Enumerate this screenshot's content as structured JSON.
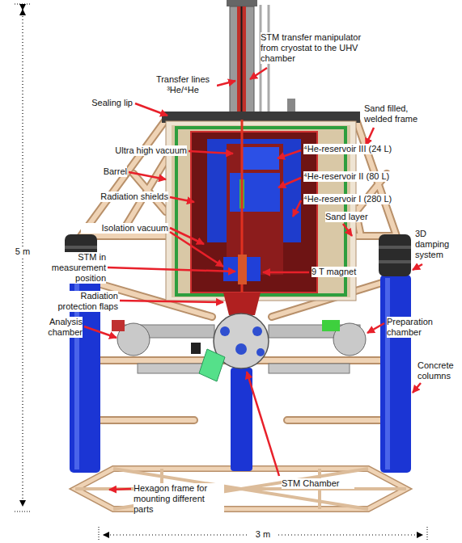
{
  "diagram": {
    "labels": [
      "5 m",
      "STM transfer manipulator from cryostat to the UHV chamber",
      "Transfer lines ³He/⁴He",
      "Sealing lip",
      "Sand filled, welded frame",
      "Ultra high vacuum",
      "⁴He-reservoir III (24 L)",
      "Barrel",
      "⁴He-reservoir II (80 L)",
      "Radiation shields",
      "⁴He-reservoir I (280 L)",
      "Sand layer",
      "Isolation vacuum",
      "STM in measurement position",
      "9 T magnet",
      "3D damping system",
      "Radiation protection flaps",
      "Analysis chamber",
      "Preparation chamber",
      "Concrete columns",
      "Hexagon frame for mounting different parts",
      "STM Chamber",
      "3 m"
    ]
  }
}
